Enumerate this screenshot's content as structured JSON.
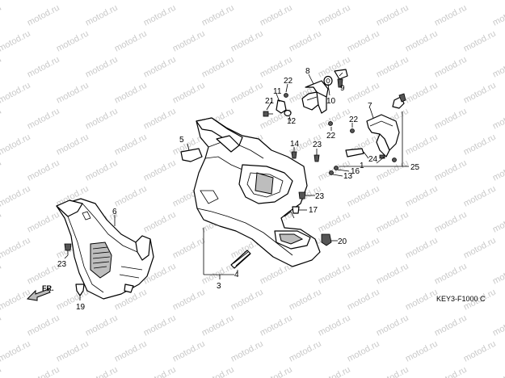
{
  "watermark": "motod.ru",
  "direction_label": "FR.",
  "diagram_code": "KEY3-F1000 C",
  "labels": {
    "l1": "1",
    "l3": "3",
    "l4": "4",
    "l5": "5",
    "l6": "6",
    "l7": "7",
    "l8": "8",
    "l9": "9",
    "l10": "10",
    "l11": "11",
    "l12": "12",
    "l13": "13",
    "l14": "14",
    "l16": "16",
    "l17": "17",
    "l19": "19",
    "l20": "20",
    "l21": "21",
    "l22a": "22",
    "l22b": "22",
    "l22c": "22",
    "l23a": "23",
    "l23b": "23",
    "l23c": "23",
    "l24": "24",
    "l25": "25"
  }
}
